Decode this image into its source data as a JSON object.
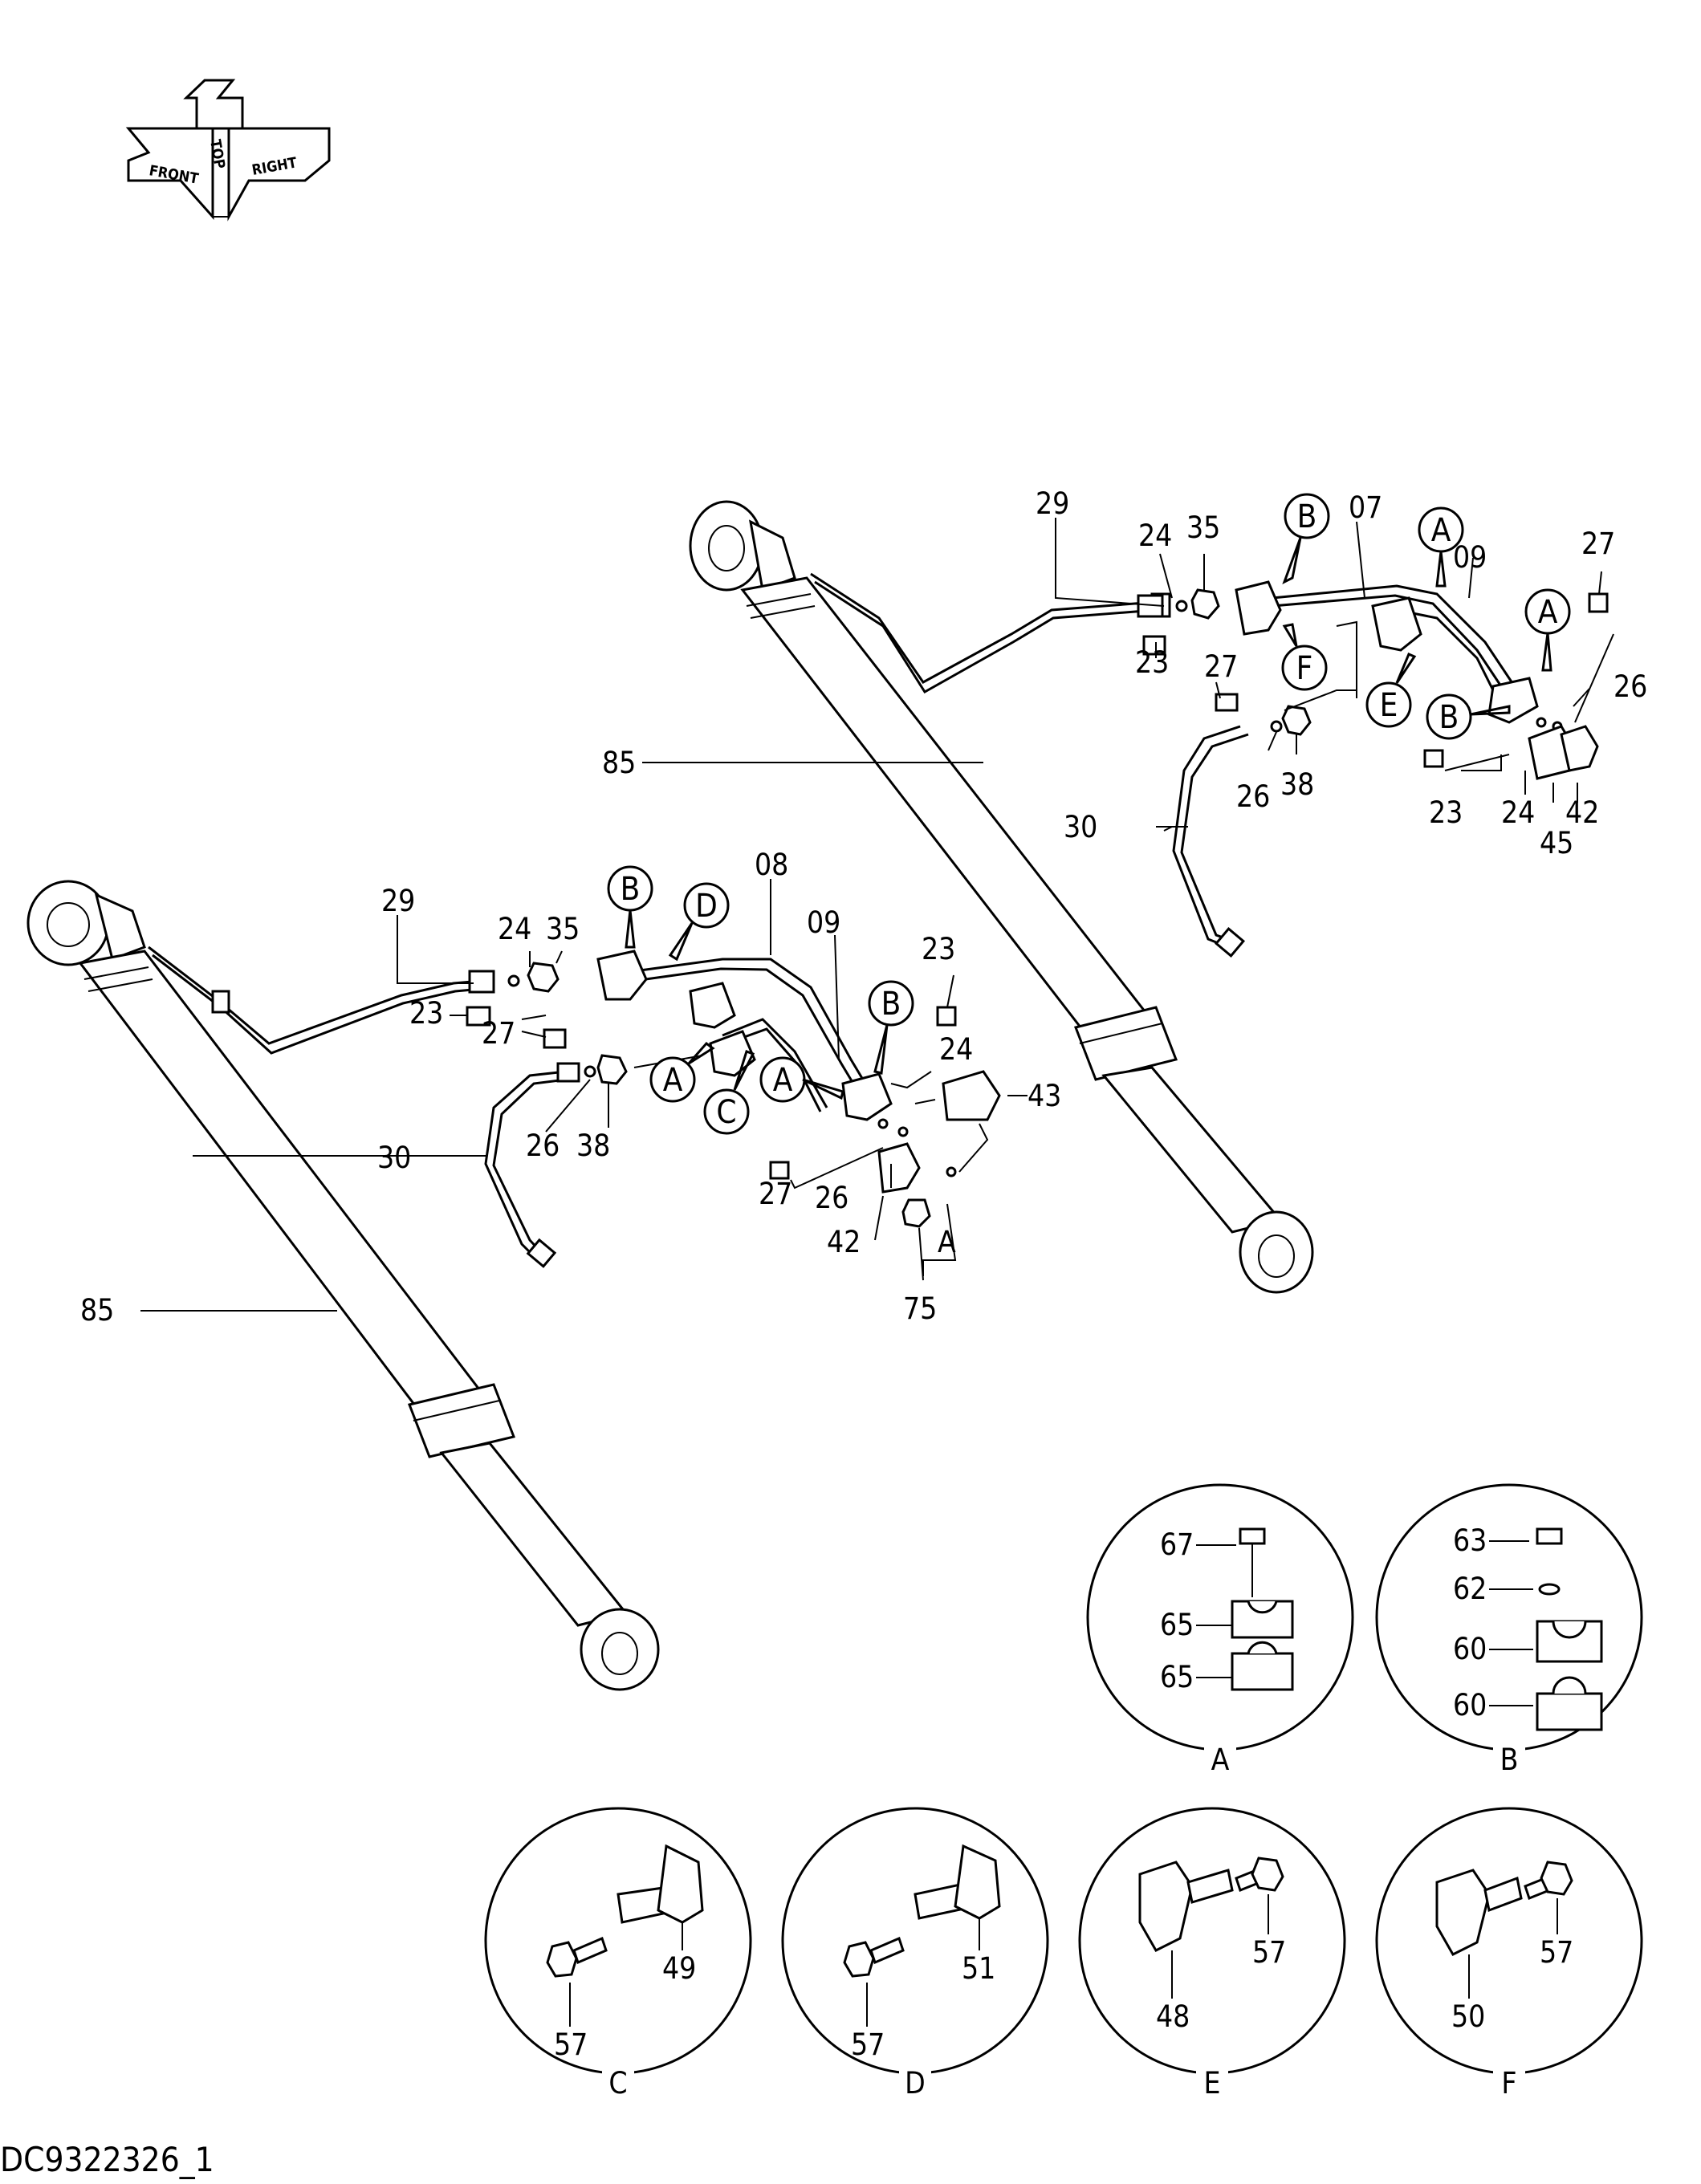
{
  "orientation_marker": {
    "labels": [
      "FRONT",
      "TOP",
      "RIGHT"
    ]
  },
  "left_assembly": {
    "labels": [
      "29",
      "24",
      "35",
      "23",
      "27",
      "26",
      "38",
      "30",
      "85",
      "08",
      "09",
      "23",
      "24",
      "43",
      "27",
      "26",
      "42",
      "A",
      "75"
    ],
    "callouts": [
      "B",
      "D",
      "A",
      "C",
      "A",
      "B"
    ]
  },
  "right_assembly": {
    "labels": [
      "29",
      "24",
      "35",
      "23",
      "27",
      "26",
      "38",
      "30",
      "85",
      "07",
      "09",
      "27",
      "26",
      "23",
      "24",
      "42",
      "45"
    ],
    "callouts": [
      "B",
      "A",
      "A",
      "F",
      "E",
      "B"
    ]
  },
  "details": [
    {
      "letter": "A",
      "labels": [
        "67",
        "65",
        "65"
      ]
    },
    {
      "letter": "B",
      "labels": [
        "63",
        "62",
        "60",
        "60"
      ]
    },
    {
      "letter": "C",
      "labels": [
        "57",
        "49"
      ]
    },
    {
      "letter": "D",
      "labels": [
        "57",
        "51"
      ]
    },
    {
      "letter": "E",
      "labels": [
        "48",
        "57"
      ]
    },
    {
      "letter": "F",
      "labels": [
        "50",
        "57"
      ]
    }
  ],
  "drawing_code": "DC9322326_1"
}
